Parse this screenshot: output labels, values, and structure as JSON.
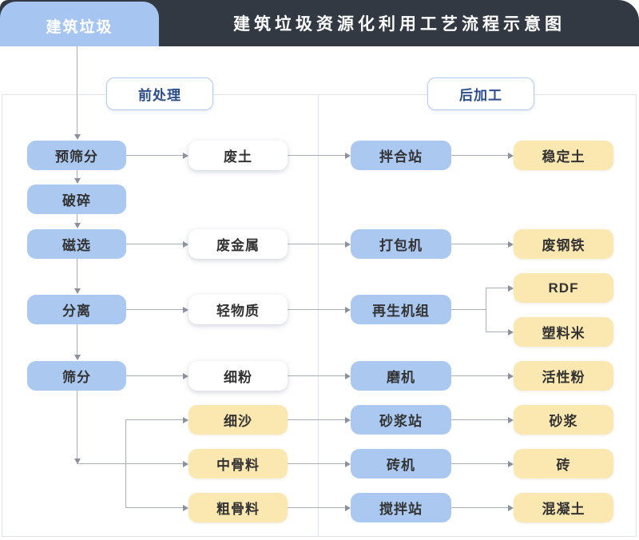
{
  "header": {
    "tab_label": "建筑垃圾",
    "title": "建筑垃圾资源化利用工艺流程示意图"
  },
  "sections": [
    {
      "label": "前处理"
    },
    {
      "label": "后加工"
    }
  ],
  "nodes": [
    {
      "id": "pre-screening",
      "label": "预筛分",
      "type": "process"
    },
    {
      "id": "crushing",
      "label": "破碎",
      "type": "process"
    },
    {
      "id": "magnetic-separation",
      "label": "磁选",
      "type": "process"
    },
    {
      "id": "separation",
      "label": "分离",
      "type": "process"
    },
    {
      "id": "screening",
      "label": "筛分",
      "type": "process"
    },
    {
      "id": "waste-soil",
      "label": "废土",
      "type": "intermediate"
    },
    {
      "id": "scrap-metal",
      "label": "废金属",
      "type": "intermediate"
    },
    {
      "id": "light-material",
      "label": "轻物质",
      "type": "intermediate"
    },
    {
      "id": "fine-powder",
      "label": "细粉",
      "type": "intermediate"
    },
    {
      "id": "fine-sand",
      "label": "细沙",
      "type": "product"
    },
    {
      "id": "medium-aggregate",
      "label": "中骨料",
      "type": "product"
    },
    {
      "id": "coarse-aggregate",
      "label": "粗骨料",
      "type": "product"
    },
    {
      "id": "mixing-plant",
      "label": "拌合站",
      "type": "process"
    },
    {
      "id": "baler",
      "label": "打包机",
      "type": "process"
    },
    {
      "id": "regeneration-unit",
      "label": "再生机组",
      "type": "process"
    },
    {
      "id": "mill",
      "label": "磨机",
      "type": "process"
    },
    {
      "id": "mortar-plant",
      "label": "砂浆站",
      "type": "process"
    },
    {
      "id": "brick-machine",
      "label": "砖机",
      "type": "process"
    },
    {
      "id": "concrete-mixing-plant",
      "label": "搅拌站",
      "type": "process"
    },
    {
      "id": "stabilized-soil",
      "label": "稳定土",
      "type": "product"
    },
    {
      "id": "scrap-steel",
      "label": "废钢铁",
      "type": "product"
    },
    {
      "id": "rdf",
      "label": "RDF",
      "type": "product"
    },
    {
      "id": "plastic-pellets",
      "label": "塑料米",
      "type": "product"
    },
    {
      "id": "active-powder",
      "label": "活性粉",
      "type": "product"
    },
    {
      "id": "mortar",
      "label": "砂浆",
      "type": "product"
    },
    {
      "id": "brick",
      "label": "砖",
      "type": "product"
    },
    {
      "id": "concrete",
      "label": "混凝土",
      "type": "product"
    }
  ],
  "colors": {
    "header_bg": "#333942",
    "tab_bg": "#a6c5f0",
    "process_node": "#aac8f0",
    "intermediate_node": "#ffffff",
    "product_node": "#fbe7b0",
    "node_text": "#333333",
    "section_label_text": "#2b4c8a",
    "section_label_border": "#b6cbf0",
    "frame_border": "#dfe2eb",
    "arrow_line": "#a9aeb8",
    "arrow_head": "#8b919d"
  }
}
